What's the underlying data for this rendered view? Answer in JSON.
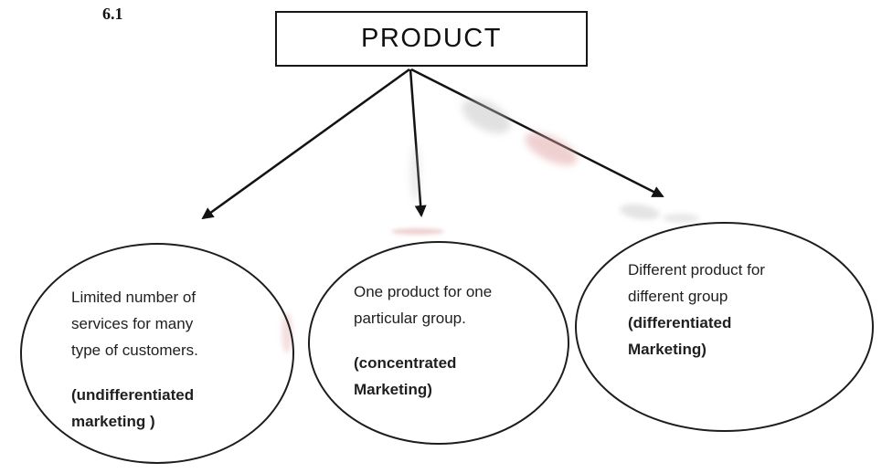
{
  "figure": {
    "label": "6.1",
    "root_label": "PRODUCT"
  },
  "branches": [
    {
      "name": "undifferentiated-marketing",
      "desc_lines": [
        "Limited number of",
        "services for many",
        "type of customers."
      ],
      "term_lines": [
        "(undifferentiated",
        "marketing )"
      ]
    },
    {
      "name": "concentrated-marketing",
      "desc_lines": [
        "One product for one",
        "particular group."
      ],
      "term_lines": [
        "(concentrated",
        "Marketing)"
      ]
    },
    {
      "name": "differentiated-marketing",
      "desc_lines": [
        "Different product for",
        "different group"
      ],
      "term_lines": [
        "(differentiated",
        "Marketing)"
      ]
    }
  ],
  "colors": {
    "ink": "#1c1c1c",
    "smudge_gray": "#bdbdbd",
    "smudge_pink": "#e0a2a2",
    "background": "#ffffff"
  }
}
